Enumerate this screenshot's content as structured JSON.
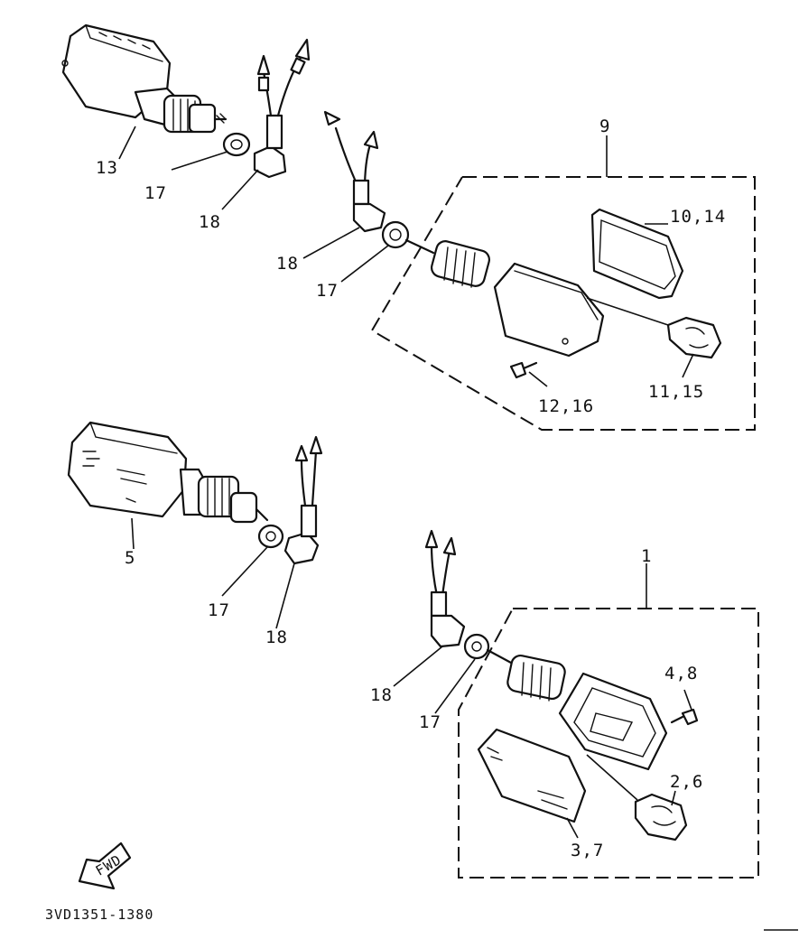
{
  "labels": {
    "l13": "13",
    "l17a": "17",
    "l18a": "18",
    "l9": "9",
    "l10_14": "10,14",
    "l18b": "18",
    "l17b": "17",
    "l12_16": "12,16",
    "l11_15": "11,15",
    "l5": "5",
    "l17c": "17",
    "l18c": "18",
    "l1": "1",
    "l4_8": "4,8",
    "l18d": "18",
    "l17d": "17",
    "l2_6": "2,6",
    "l3_7": "3,7"
  },
  "badge": {
    "fwd": "FWD"
  },
  "footer": {
    "part_code": "3VD1351-1380"
  },
  "icons": {
    "direction": "fwd-arrow-icon"
  }
}
